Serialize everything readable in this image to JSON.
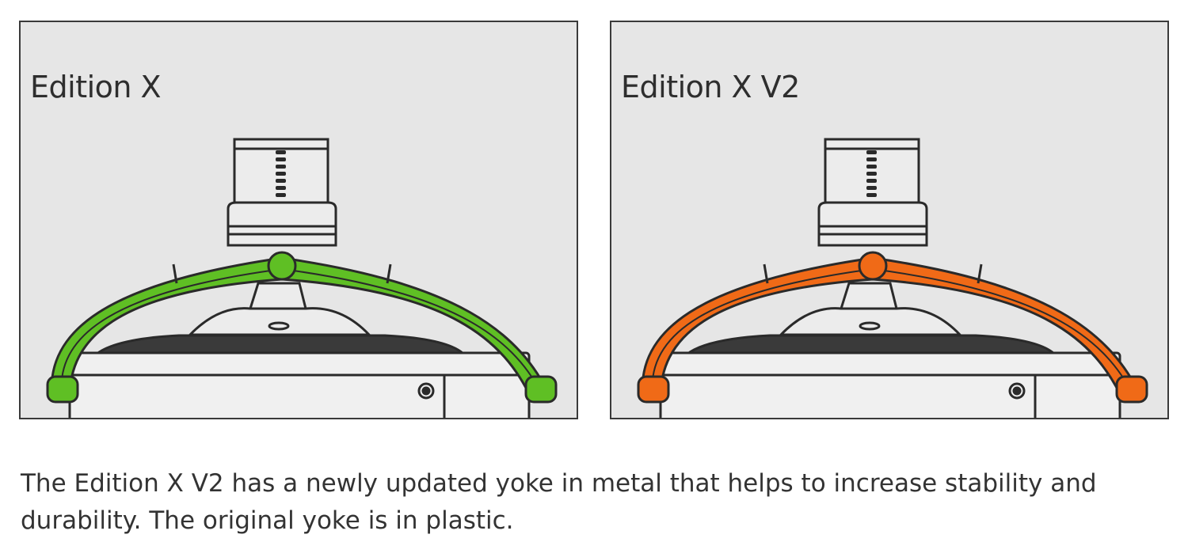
{
  "panels": [
    {
      "label": "Edition X",
      "yoke_color": "#5fbf24",
      "yoke_material_icon": "yoke-icon"
    },
    {
      "label": "Edition X V2",
      "yoke_color": "#f06a17",
      "yoke_material_icon": "yoke-icon"
    }
  ],
  "caption": "The Edition X V2 has a newly updated yoke in metal that helps to increase stability and durability. The original yoke is in plastic.",
  "colors": {
    "panel_bg": "#e6e6e6",
    "line": "#2a2a2a"
  }
}
